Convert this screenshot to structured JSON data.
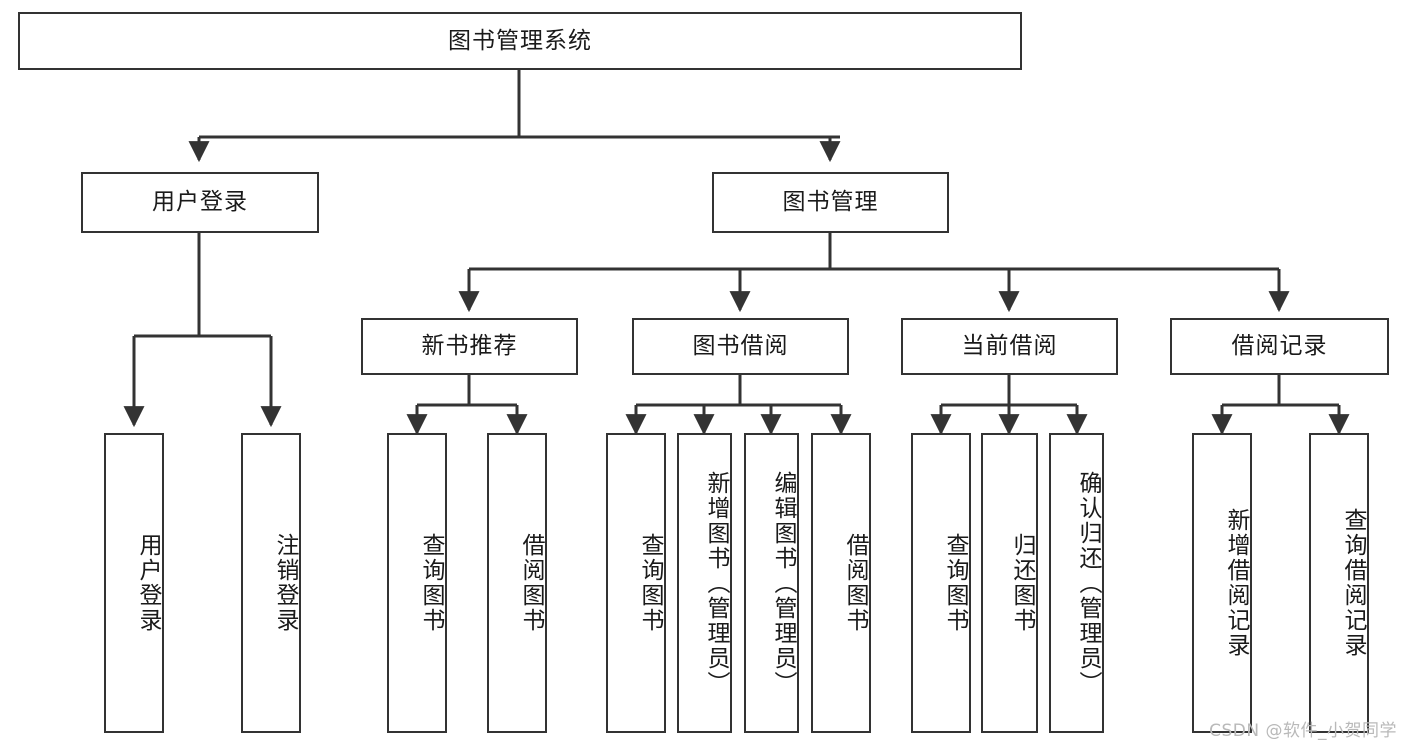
{
  "diagram": {
    "type": "tree-hierarchy",
    "title": "图书管理系统",
    "watermark": "CSDN @软件_小贺同学",
    "colors": {
      "box_border": "#333333",
      "box_fill": "#ffffff",
      "edge": "#333333",
      "text": "#1a1a1a",
      "watermark": "#b9b9b9"
    },
    "nodes": {
      "root": {
        "label": "图书管理系统",
        "level": 1,
        "orientation": "horizontal"
      },
      "l2": [
        {
          "id": "user_login",
          "label": "用户登录",
          "level": 2,
          "orientation": "horizontal"
        },
        {
          "id": "book_manage",
          "label": "图书管理",
          "level": 2,
          "orientation": "horizontal"
        }
      ],
      "l3": [
        {
          "id": "new_book_rec",
          "label": "新书推荐",
          "level": 3,
          "orientation": "horizontal",
          "parent": "book_manage"
        },
        {
          "id": "book_borrow",
          "label": "图书借阅",
          "level": 3,
          "orientation": "horizontal",
          "parent": "book_manage"
        },
        {
          "id": "current_borrow",
          "label": "当前借阅",
          "level": 3,
          "orientation": "horizontal",
          "parent": "book_manage"
        },
        {
          "id": "borrow_record",
          "label": "借阅记录",
          "level": 3,
          "orientation": "horizontal",
          "parent": "book_manage"
        }
      ],
      "leaves": [
        {
          "id": "leaf_user_login",
          "label": "用户登录",
          "parent": "user_login",
          "orientation": "vertical"
        },
        {
          "id": "leaf_user_logout",
          "label": "注销登录",
          "parent": "user_login",
          "orientation": "vertical"
        },
        {
          "id": "leaf_query_book_1",
          "label": "查询图书",
          "parent": "new_book_rec",
          "orientation": "vertical"
        },
        {
          "id": "leaf_borrow_book_1",
          "label": "借阅图书",
          "parent": "new_book_rec",
          "orientation": "vertical"
        },
        {
          "id": "leaf_query_book_2",
          "label": "查询图书",
          "parent": "book_borrow",
          "orientation": "vertical"
        },
        {
          "id": "leaf_add_book",
          "label": "新增图书（管理员）",
          "parent": "book_borrow",
          "orientation": "vertical"
        },
        {
          "id": "leaf_edit_book",
          "label": "编辑图书（管理员）",
          "parent": "book_borrow",
          "orientation": "vertical"
        },
        {
          "id": "leaf_borrow_book_2",
          "label": "借阅图书",
          "parent": "book_borrow",
          "orientation": "vertical"
        },
        {
          "id": "leaf_query_book_3",
          "label": "查询图书",
          "parent": "current_borrow",
          "orientation": "vertical"
        },
        {
          "id": "leaf_return_book",
          "label": "归还图书",
          "parent": "current_borrow",
          "orientation": "vertical"
        },
        {
          "id": "leaf_confirm_return",
          "label": "确认归还（管理员）",
          "parent": "current_borrow",
          "orientation": "vertical"
        },
        {
          "id": "leaf_add_record",
          "label": "新增借阅记录",
          "parent": "borrow_record",
          "orientation": "vertical"
        },
        {
          "id": "leaf_query_record",
          "label": "查询借阅记录",
          "parent": "borrow_record",
          "orientation": "vertical"
        }
      ]
    }
  }
}
